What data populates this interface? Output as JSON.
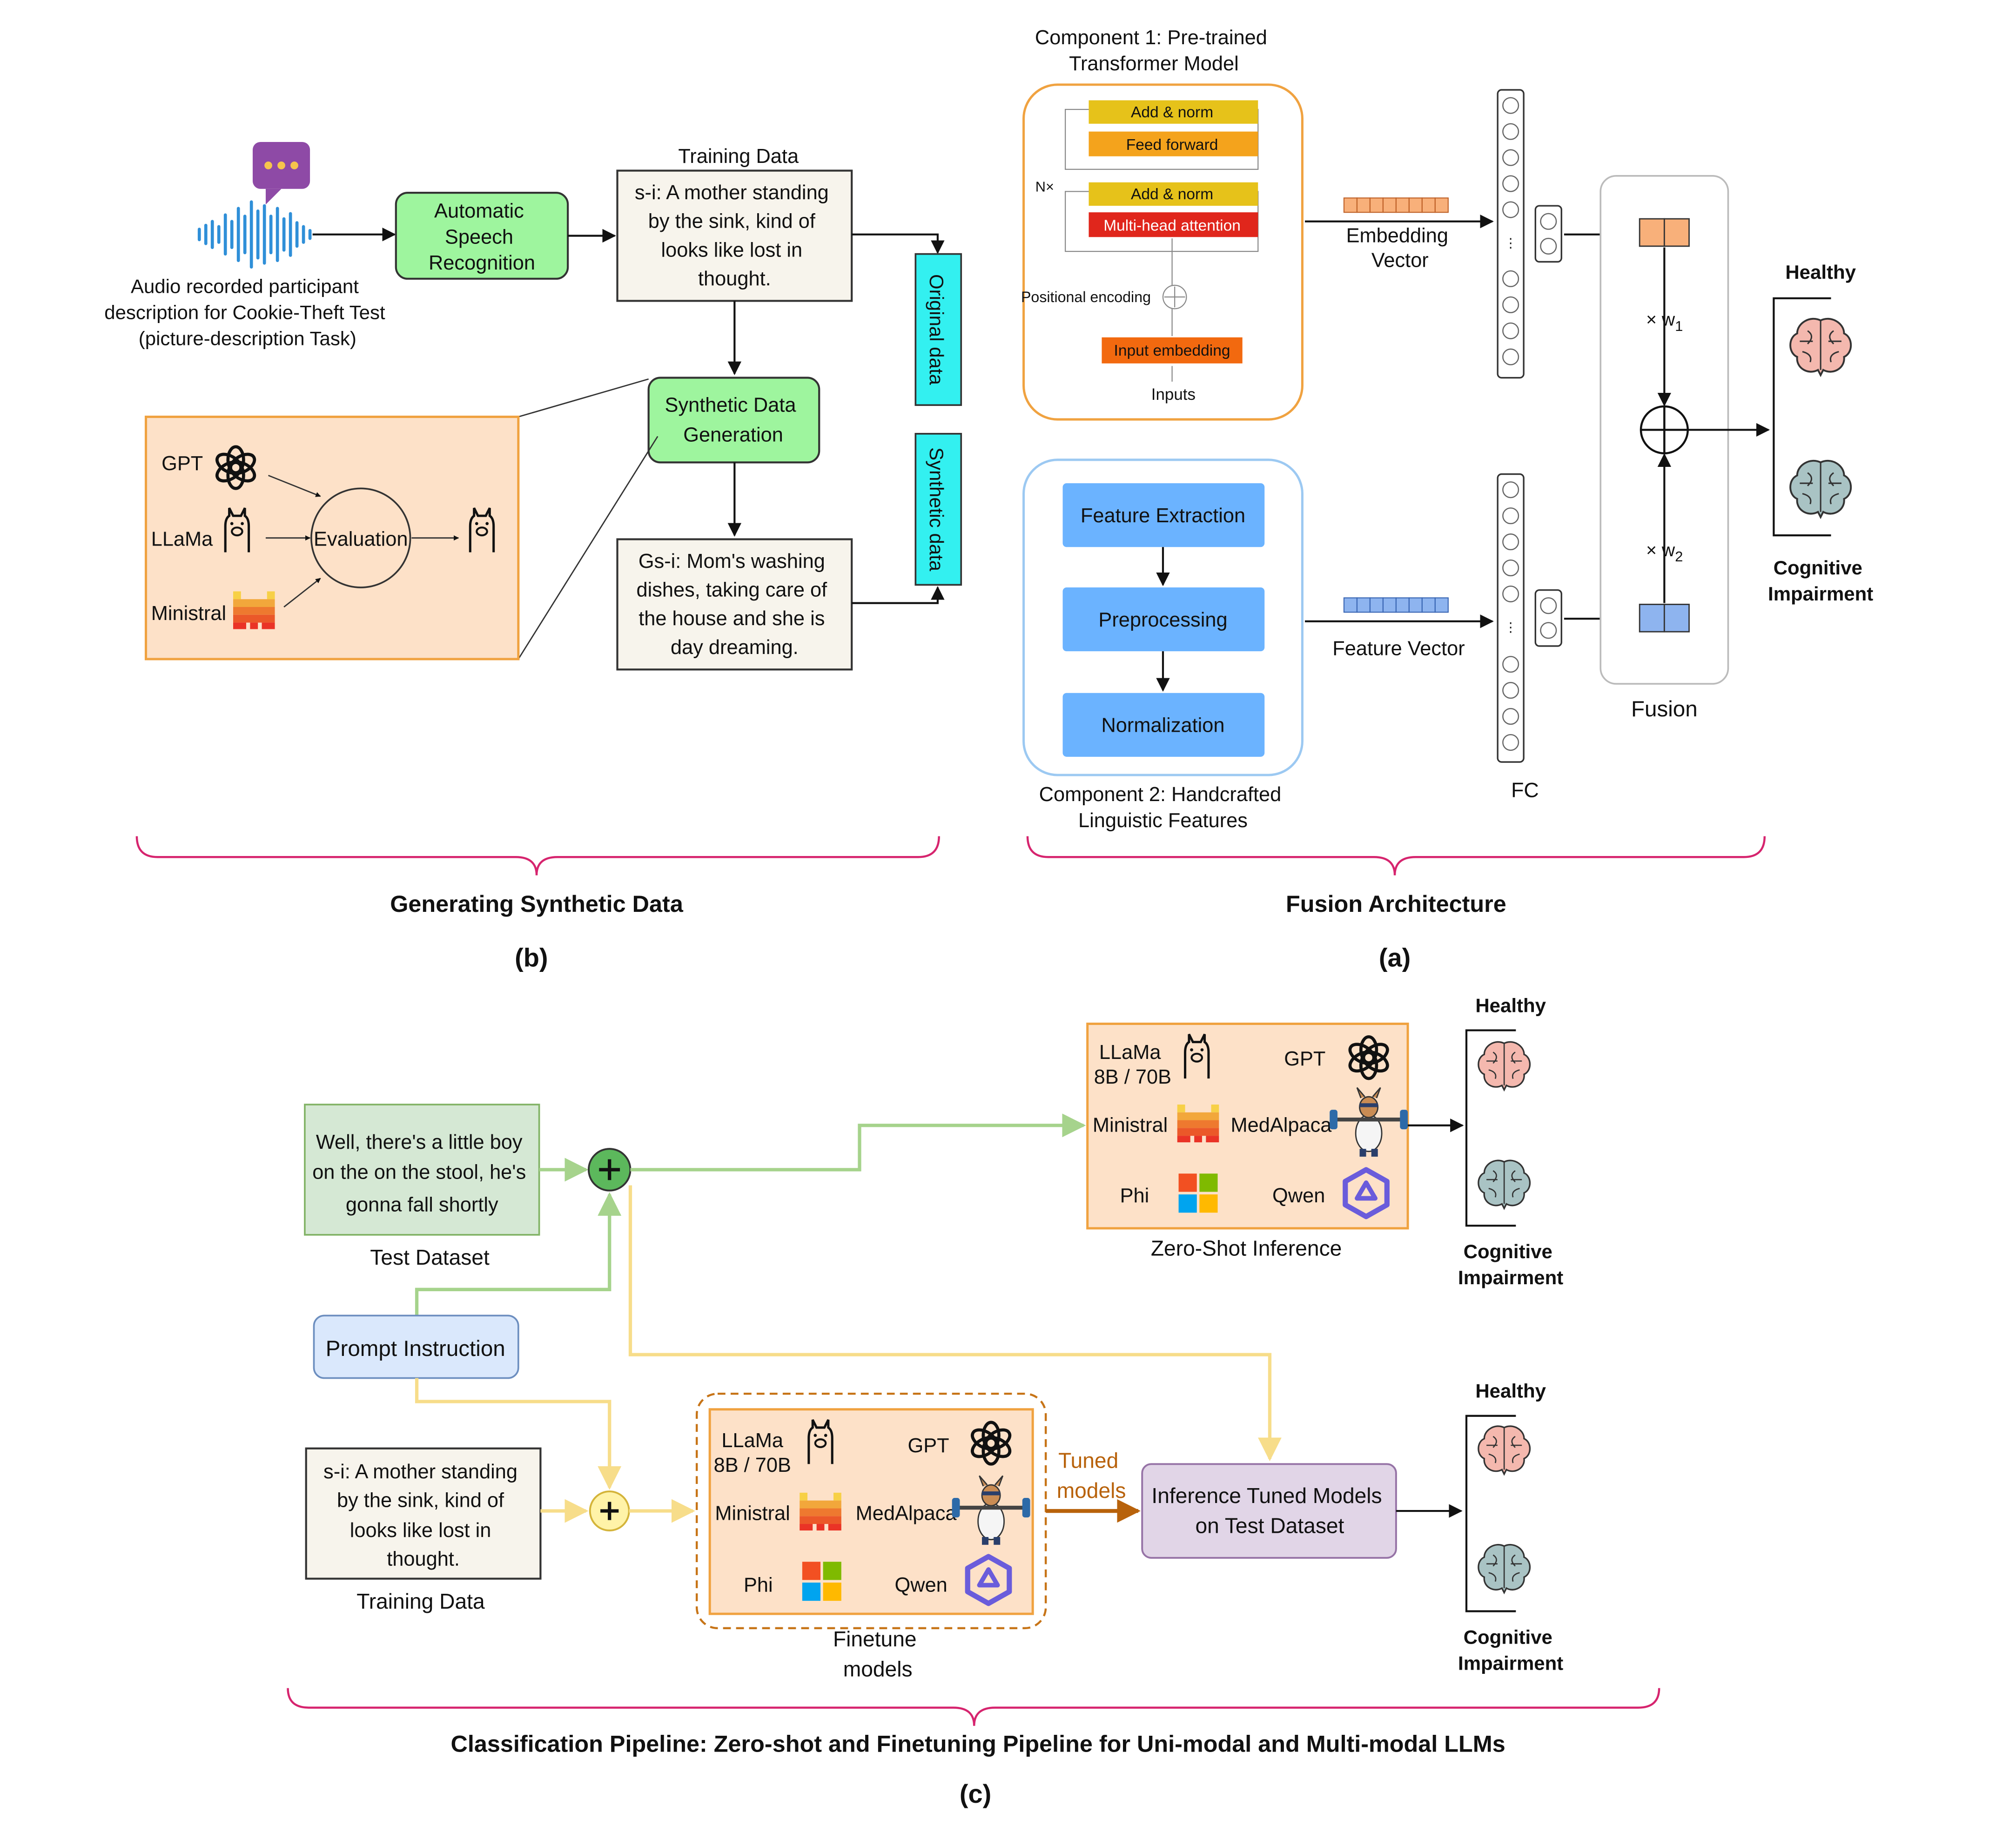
{
  "colors": {
    "green_box": "#9ef59e",
    "cream_box": "#f7f4ec",
    "cyan_box": "#33f0f0",
    "orange_panel": "#fde1c8",
    "orange_border": "#f0a240",
    "blue_box": "#6bb3ff",
    "blue_border": "#9cc9f2",
    "addnorm": "#e6c21a",
    "feedforward": "#f4a31c",
    "mha": "#e0261c",
    "input_emb": "#f2690f",
    "magenta": "#d6246e",
    "pale_green_box": "#d5e8d4",
    "pale_green_line": "#a6d38c",
    "yellow_line": "#f7dd8a",
    "prompt_blue": "#dae8fc",
    "purple_box": "#e1d5e7",
    "tuned_arrow": "#b8620b",
    "brain_pink": "#f4b8ae",
    "brain_teal": "#a9c3c4"
  },
  "icons": [
    "speech-bubble-icon",
    "waveform-icon",
    "openai-icon",
    "llama-icon",
    "mistral-icon",
    "phi-windows-icon",
    "qwen-icon",
    "medalpaca-icon",
    "brain-icon",
    "plus-circle-icon",
    "oplus-icon"
  ],
  "panel_b": {
    "audio_caption": [
      "Audio recorded participant",
      "description for Cookie-Theft Test",
      "(picture-description Task)"
    ],
    "asr": [
      "Automatic",
      "Speech",
      "Recognition"
    ],
    "training_data_label": "Training Data",
    "training_text": [
      "s-i: A mother standing",
      "by the sink, kind of",
      "looks like lost in",
      "thought."
    ],
    "original_data": "Original data",
    "synthetic_data": "Synthetic data",
    "sdg": [
      "Synthetic Data",
      "Generation"
    ],
    "gen_text": [
      "Gs-i: Mom's washing",
      "dishes, taking care of",
      "the house and she is",
      "day dreaming."
    ],
    "gpt": "GPT",
    "llama": "LLaMa",
    "ministral": "Ministral",
    "evaluation": "Evaluation",
    "section_title": "Generating Synthetic Data",
    "tag": "(b)"
  },
  "panel_a": {
    "component1": [
      "Component 1: Pre-trained",
      "Transformer Model"
    ],
    "add_norm_top": "Add & norm",
    "feed_forward": "Feed forward",
    "nx": "N×",
    "add_norm_bottom": "Add & norm",
    "mha": "Multi-head attention",
    "positional": "Positional encoding",
    "input_embedding": "Input embedding",
    "inputs": "Inputs",
    "embedding_vector": [
      "Embedding",
      "Vector"
    ],
    "feature_extraction": "Feature Extraction",
    "preprocessing": "Preprocessing",
    "normalization": "Normalization",
    "component2": [
      "Component 2: Handcrafted",
      "Linguistic Features"
    ],
    "feature_vector": "Feature Vector",
    "fc": "FC",
    "w1": "× w",
    "w1_sub": "1",
    "w2": "× w",
    "w2_sub": "2",
    "fusion": "Fusion",
    "healthy": "Healthy",
    "cognitive": [
      "Cognitive",
      "Impairment"
    ],
    "section_title": "Fusion Architecture",
    "tag": "(a)"
  },
  "panel_c": {
    "test_text": [
      "Well, there's a little boy",
      "on the on the stool, he's",
      "gonna fall shortly"
    ],
    "test_label": "Test Dataset",
    "prompt": "Prompt Instruction",
    "training_text": [
      "s-i: A mother standing",
      "by the sink, kind of",
      "looks like lost in",
      "thought."
    ],
    "training_label": "Training Data",
    "zs_models": {
      "llama": [
        "LLaMa",
        "8B / 70B"
      ],
      "gpt": "GPT",
      "ministral": "Ministral",
      "medalpaca": "MedAlpaca",
      "phi": "Phi",
      "qwen": "Qwen"
    },
    "zero_shot_label": "Zero-Shot Inference",
    "ft_models": {
      "llama": [
        "LLaMa",
        "8B / 70B"
      ],
      "gpt": "GPT",
      "ministral": "Ministral",
      "medalpaca": "MedAlpaca",
      "phi": "Phi",
      "qwen": "Qwen"
    },
    "finetune_label": [
      "Finetune",
      "models"
    ],
    "tuned_models": [
      "Tuned",
      "models"
    ],
    "inference_box": [
      "Inference Tuned Models",
      "on Test Dataset"
    ],
    "healthy_top": "Healthy",
    "cognitive_top": [
      "Cognitive",
      "Impairment"
    ],
    "healthy_bottom": "Healthy",
    "cognitive_bottom": [
      "Cognitive",
      "Impairment"
    ],
    "section_title": "Classification Pipeline: Zero-shot and Finetuning Pipeline for Uni-modal and Multi-modal LLMs",
    "tag": "(c)"
  }
}
